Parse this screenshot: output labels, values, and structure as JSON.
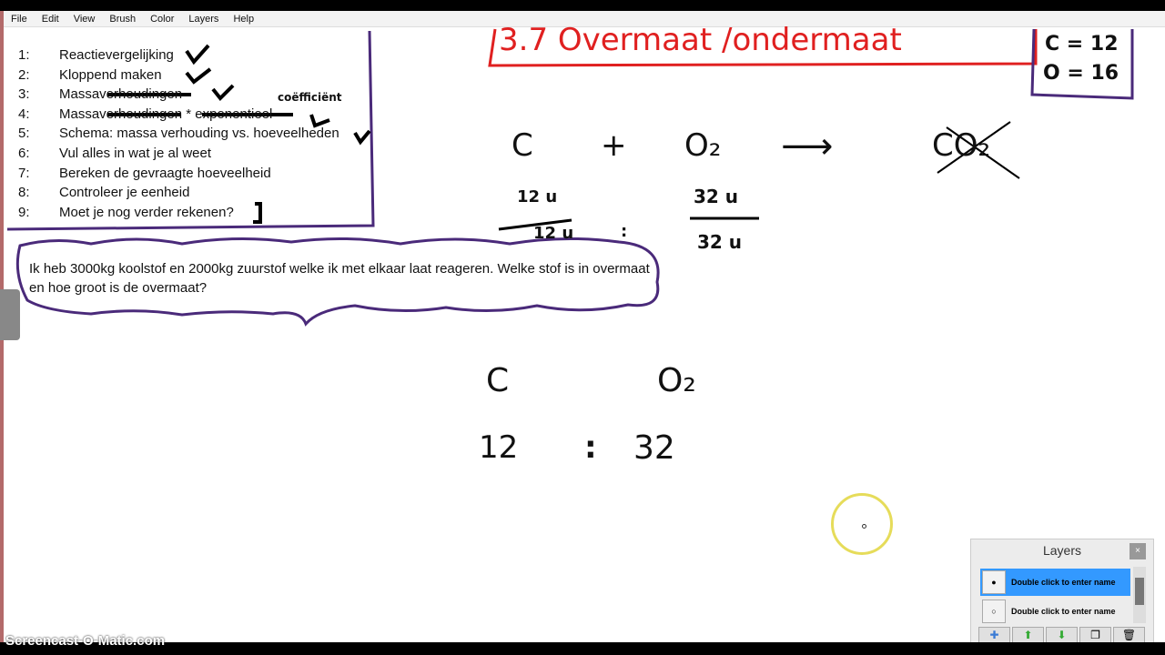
{
  "menu": [
    "File",
    "Edit",
    "View",
    "Brush",
    "Color",
    "Layers",
    "Help"
  ],
  "steps": [
    {
      "num": "1:",
      "text": "Reactievergelijking"
    },
    {
      "num": "2:",
      "text": "Kloppend maken"
    },
    {
      "num": "3:",
      "text": "Massaverhoudingen"
    },
    {
      "num": "4:",
      "text": "Massaverhoudingen * exponentieel"
    },
    {
      "num": "5:",
      "text": "Schema: massa verhouding vs. hoeveelheden"
    },
    {
      "num": "6:",
      "text": "Vul alles in wat je al weet"
    },
    {
      "num": "7:",
      "text": "Bereken de gevraagte hoeveelheid"
    },
    {
      "num": "8:",
      "text": "Controleer je eenheid"
    },
    {
      "num": "9:",
      "text": "Moet je nog verder rekenen?"
    }
  ],
  "annotation": "coëfficiënt",
  "question": "Ik heb 3000kg koolstof en 2000kg zuurstof welke ik met elkaar laat reageren. Welke stof is in overmaat en hoe groot is de overmaat?",
  "handwriting": {
    "title": "3.7 Overmaat /ondermaat",
    "c_mass": "C = 12",
    "o_mass": "O = 16",
    "eq_c": "C",
    "eq_plus": "+",
    "eq_o2": "O₂",
    "eq_arrow": "⟶",
    "eq_co2": "CO₂",
    "c_top": "12 u",
    "c_bottom": "12 u",
    "colon1": ":",
    "o2_top": "32 u",
    "o2_bottom": "32 u",
    "ratio_c": "C",
    "ratio_o2": "O₂",
    "ratio_12": "12",
    "ratio_colon": ":",
    "ratio_32": "32"
  },
  "layers": {
    "title": "Layers",
    "close": "×",
    "items": [
      {
        "name": "Double click to enter name",
        "visible": true,
        "selected": true
      },
      {
        "name": "Double click to enter name",
        "visible": false,
        "selected": false
      }
    ],
    "buttons": [
      "✚",
      "⬆",
      "⬇",
      "❐",
      "🗑"
    ]
  },
  "watermark": "Screencast-O-Matic.com",
  "colors": {
    "title_red": "#e02020",
    "box_purple": "#4a2a7a",
    "selected": "#3399ff"
  }
}
